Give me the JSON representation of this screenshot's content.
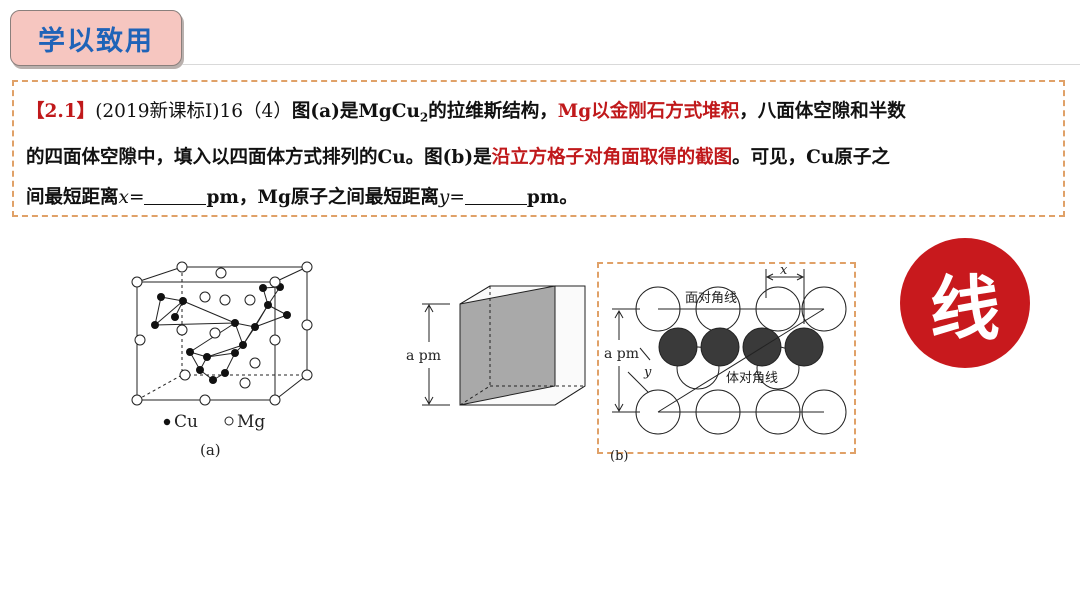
{
  "header": {
    "title": "学以致用"
  },
  "question": {
    "line1": {
      "tag": "【2.1】",
      "source": "(2019新课标Ⅰ)16（4）",
      "t1": "图(a)是MgCu",
      "sub": "2",
      "t2": "的拉维斯结构，",
      "hl": "Mg以金刚石方式堆积",
      "t3": "，八面体空隙和半数"
    },
    "line2": {
      "t1": "的四面体空隙中，填入以四面体方式排列的Cu。图(b)是",
      "hl": "沿立方格子对角面取得的截图",
      "t2": "。可见，Cu原子之"
    },
    "line3": {
      "t1": "间最短距离",
      "x": "x",
      "eq1": "=",
      "unit1": "pm，Mg原子之间最短距离",
      "y": "y",
      "eq2": "=",
      "unit2": "pm。"
    }
  },
  "badge": {
    "text": "线"
  },
  "figure_a": {
    "legend_cu": "Cu",
    "legend_mg": "Mg",
    "caption": "(a)"
  },
  "figure_cube": {
    "label": "a pm"
  },
  "figure_b": {
    "label_a": "a pm",
    "label_x": "x",
    "label_y": "y",
    "face_diag": "面对角线",
    "body_diag": "体对角线",
    "caption": "(b)"
  }
}
